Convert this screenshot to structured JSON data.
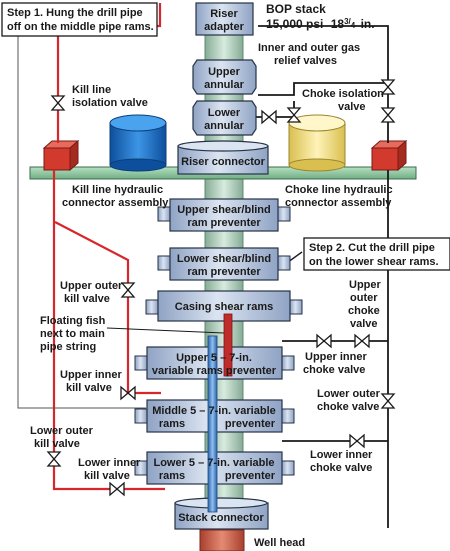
{
  "colors": {
    "kill_line": "#d7262c",
    "choke_line": "#1a1a1a",
    "component_fill": "#b7c7df",
    "component_stroke": "#263247",
    "pipe": "#5a8fd1",
    "mandrel": "#b9d3c4",
    "deck": "#8cc7a0",
    "fish": "#c02b2b",
    "wellhead": "#c85a46",
    "kill_tank": "#1d6fc3",
    "choke_tank": "#f1dd7a"
  },
  "header": {
    "title": "BOP stack",
    "pressure": "15,000 psi",
    "bore_whole": "18",
    "bore_frac_num": "3",
    "bore_frac_den": "4",
    "bore_unit": "in."
  },
  "steps": {
    "step1_line1": "Step 1. Hung the drill pipe",
    "step1_line2": "off on the middle pipe rams.",
    "step2_line1": "Step 2. Cut the drill pipe",
    "step2_line2": "on the lower shear rams."
  },
  "components": {
    "riser_adapter_1": "Riser",
    "riser_adapter_2": "adapter",
    "upper_annular_1": "Upper",
    "upper_annular_2": "annular",
    "lower_annular_1": "Lower",
    "lower_annular_2": "annular",
    "riser_connector": "Riser connector",
    "upper_shear_1": "Upper shear/blind",
    "upper_shear_2": "ram preventer",
    "lower_shear_1": "Lower shear/blind",
    "lower_shear_2": "ram preventer",
    "casing_shear": "Casing shear rams",
    "upper_var_1": "Upper 5 – 7-in.",
    "upper_var_2": "variable rams preventer",
    "middle_var_1": "Middle 5 – 7-in. variable",
    "middle_var_2": "rams",
    "middle_var_3": "preventer",
    "lower_var_1": "Lower 5 – 7-in. variable",
    "lower_var_2": "rams",
    "lower_var_3": "preventer",
    "stack_connector": "Stack connector",
    "well_head": "Well head"
  },
  "labels": {
    "gas_relief_1": "Inner and outer gas",
    "gas_relief_2": "relief valves",
    "kill_isolation_1": "Kill line",
    "kill_isolation_2": "isolation valve",
    "choke_isolation_1": "Choke isolation",
    "choke_isolation_2": "valve",
    "kill_hydraulic_1": "Kill line hydraulic",
    "kill_hydraulic_2": "connector assembly",
    "choke_hydraulic_1": "Choke line hydraulic",
    "choke_hydraulic_2": "connector assembly",
    "upper_outer_kill_1": "Upper outer",
    "upper_outer_kill_2": "kill valve",
    "upper_outer_choke_1": "Upper",
    "upper_outer_choke_2": "outer",
    "upper_outer_choke_3": "choke",
    "upper_outer_choke_4": "valve",
    "floating_fish_1": "Floating fish",
    "floating_fish_2": "next to main",
    "floating_fish_3": "pipe string",
    "upper_inner_choke_1": "Upper inner",
    "upper_inner_choke_2": "choke valve",
    "upper_inner_kill_1": "Upper inner",
    "upper_inner_kill_2": "kill valve",
    "lower_outer_choke_1": "Lower outer",
    "lower_outer_choke_2": "choke valve",
    "lower_outer_kill_1": "Lower outer",
    "lower_outer_kill_2": "kill valve",
    "lower_inner_choke_1": "Lower inner",
    "lower_inner_choke_2": "choke valve",
    "lower_inner_kill_1": "Lower inner",
    "lower_inner_kill_2": "kill valve"
  }
}
